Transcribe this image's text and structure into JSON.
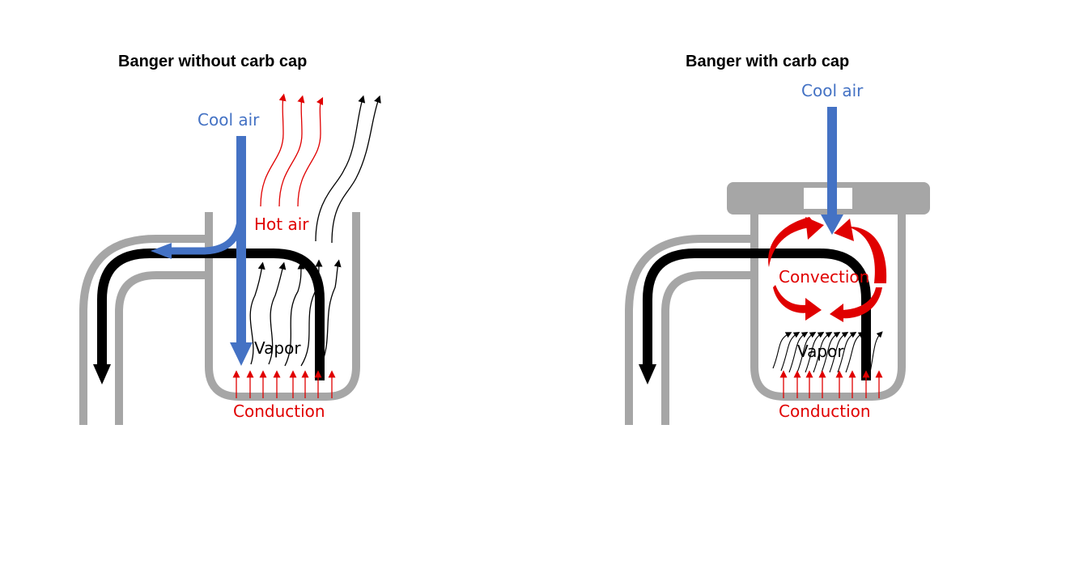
{
  "left": {
    "title": "Banger without carb cap",
    "cool_air": "Cool air",
    "hot_air": "Hot air",
    "vapor": "Vapor",
    "conduction": "Conduction"
  },
  "right": {
    "title": "Banger with carb cap",
    "cool_air": "Cool air",
    "convection": "Convection",
    "vapor": "Vapor",
    "conduction": "Conduction"
  },
  "colors": {
    "glass": "#A6A6A6",
    "path": "#000000",
    "cool_air": "#4472C4",
    "heat": "#E00000"
  }
}
